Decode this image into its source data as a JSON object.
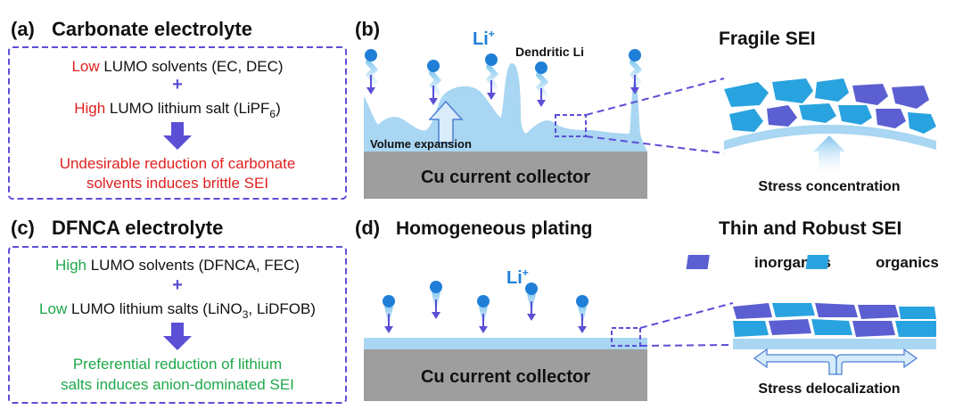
{
  "colors": {
    "red": "#e02020",
    "green": "#1ea84a",
    "purple": "#5b4fd6",
    "dashed_border": "#5b4fd6",
    "li_ion": "#1f7fd6",
    "electrolyte": "#a9d6f2",
    "sei_inorganic": "#5b5fd1",
    "sei_organic": "#29a3df",
    "cu_gray": "#9e9e9e",
    "text_dark": "#111111"
  },
  "panel_a": {
    "tag": "(a)",
    "title": "Carbonate electrolyte",
    "line1_highlight": "Low",
    "line1_rest": " LUMO solvents (EC, DEC)",
    "plus": "+",
    "line2_highlight": "High",
    "line2_rest": " LUMO lithium salt (LiPF",
    "line2_sub": "6",
    "line2_close": ")",
    "result_line1": "Undesirable reduction of carbonate",
    "result_line2": "solvents induces brittle SEI"
  },
  "panel_b": {
    "tag": "(b)",
    "li_label": "Li",
    "li_sup": "+",
    "dendrite_label": "Dendritic Li",
    "volume_label": "Volume expansion",
    "collector_label": "Cu current collector",
    "sei_title": "Fragile SEI",
    "stress_label": "Stress concentration"
  },
  "panel_c": {
    "tag": "(c)",
    "title": "DFNCA electrolyte",
    "line1_highlight": "High",
    "line1_rest": " LUMO solvents (DFNCA, FEC)",
    "plus": "+",
    "line2_highlight": "Low",
    "line2_rest": " LUMO lithium salts (LiNO",
    "line2_sub": "3",
    "line2_close": ", LiDFOB)",
    "result_line1": "Preferential reduction of lithium",
    "result_line2": "salts induces anion-dominated SEI"
  },
  "panel_d": {
    "tag": "(d)",
    "title": "Homogeneous plating",
    "li_label": "Li",
    "li_sup": "+",
    "collector_label": "Cu current collector",
    "sei_title": "Thin and Robust SEI",
    "legend_inorganic": "inorganics",
    "legend_organic": "organics",
    "stress_label": "Stress delocalization"
  }
}
